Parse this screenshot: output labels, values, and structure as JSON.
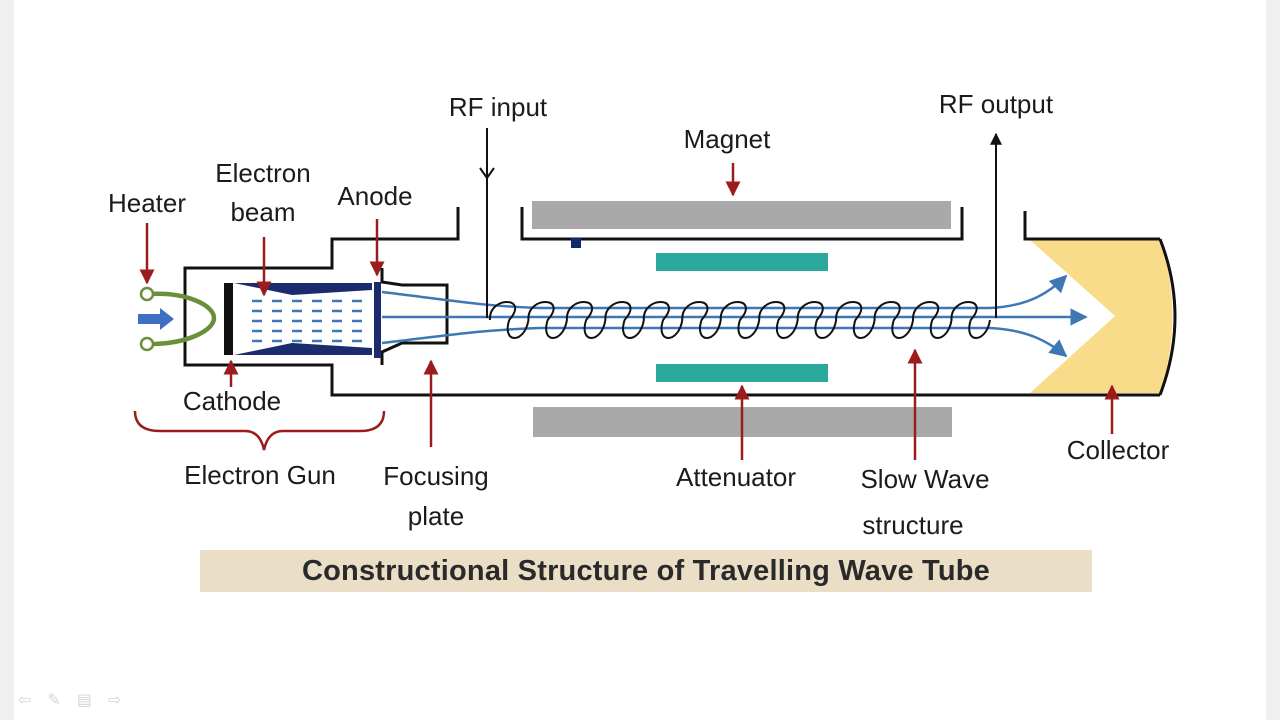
{
  "labels": {
    "heater": "Heater",
    "electron_beam_1": "Electron",
    "electron_beam_2": "beam",
    "anode": "Anode",
    "rf_input": "RF input",
    "magnet": "Magnet",
    "rf_output": "RF output",
    "cathode": "Cathode",
    "electron_gun": "Electron Gun",
    "focusing_plate_1": "Focusing",
    "focusing_plate_2": "plate",
    "attenuator": "Attenuator",
    "slow_wave_1": "Slow Wave",
    "slow_wave_2": "structure",
    "collector": "Collector"
  },
  "title": "Constructional Structure of Travelling Wave Tube",
  "colors": {
    "label_arrow": "#9b1c1c",
    "beam": "#3d78b5",
    "attenuator": "#2aa89c",
    "magnet": "#a9a9a9",
    "collector": "#f9dc8a",
    "heater": "#6a8f3a",
    "outline": "#111111",
    "banner": "#eadfc6"
  },
  "player_icons": [
    "arrow-left-icon",
    "pen-icon",
    "menu-icon",
    "arrow-right-icon"
  ]
}
